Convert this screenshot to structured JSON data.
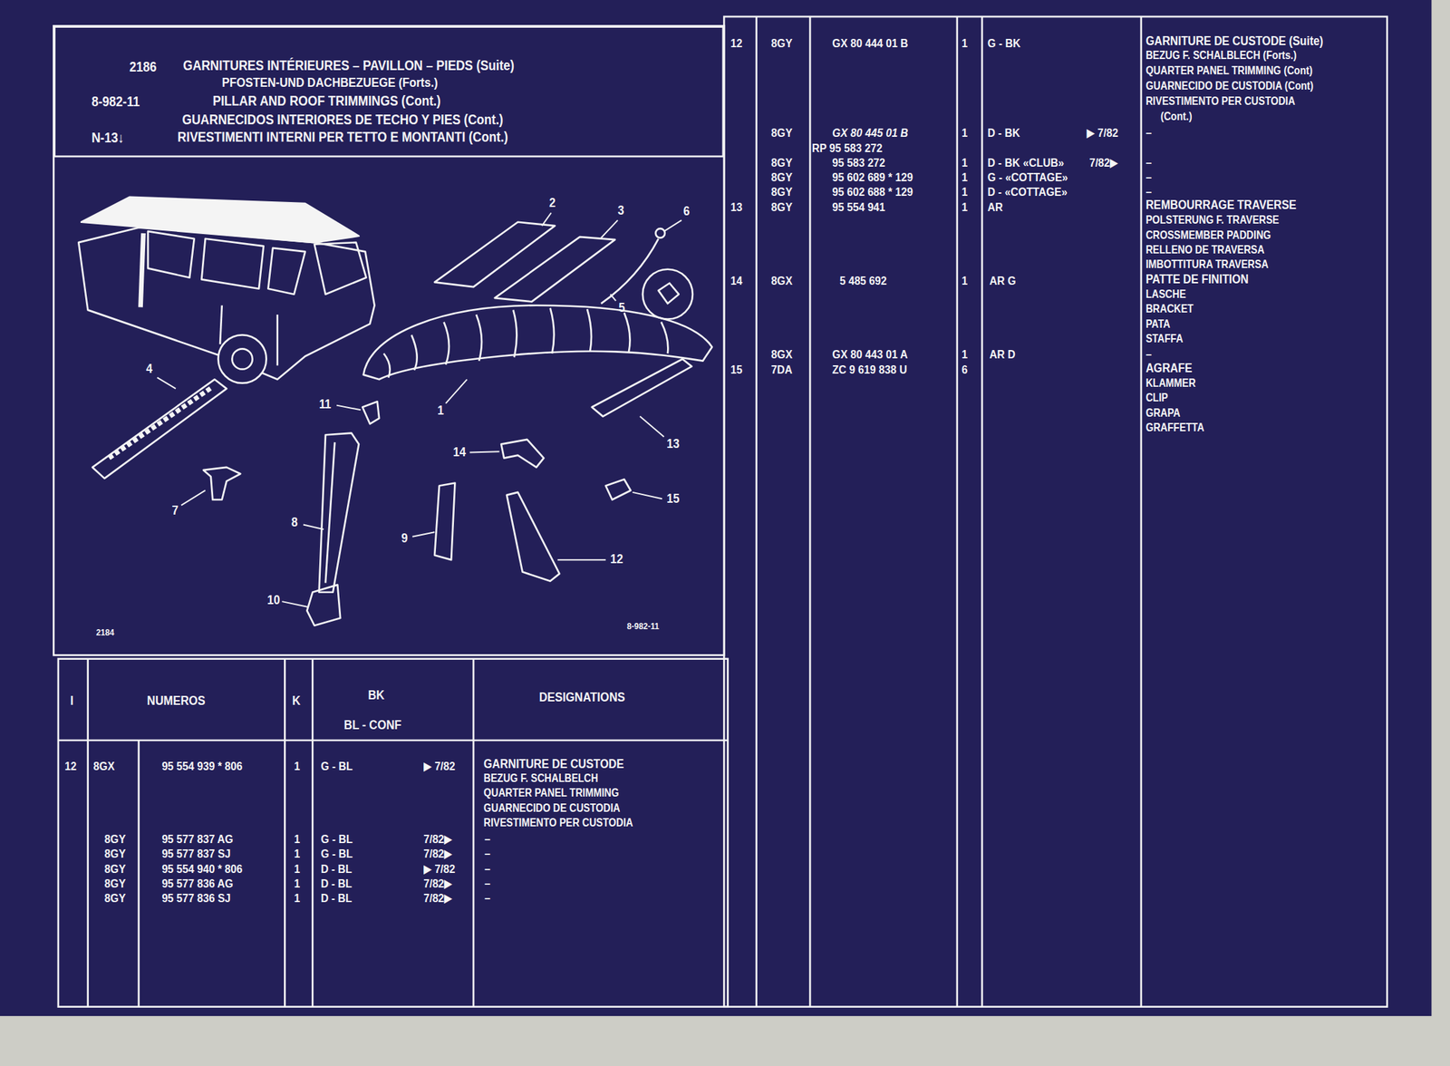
{
  "diagram": {
    "nodes": [
      {
        "text": [
          "2186",
          "GARNITURES INTÉRIEURES – PAVILLON – PIEDS (Suite)",
          "PFOSTEN-UND DACHBEZUEGE (Forts.)",
          "8-982-11",
          "PILLAR AND ROOF TRIMMINGS (Cont.)",
          "GUARNECIDOS INTERIORES DE TECHO Y PIES (Cont.)",
          "N-13↓",
          "RIVESTIMENTI INTERNI PER TETTO E MONTANTI (Cont.)"
        ]
      }
    ],
    "labels": [
      "2",
      "3",
      "6",
      "5",
      "4",
      "1",
      "11",
      "14",
      "13",
      "15",
      "7",
      "8",
      "9",
      "12",
      "10",
      "2184",
      "8-982-11",
      "I",
      "NUMEROS",
      "K",
      "BK",
      "BL - CONF",
      "DESIGNATIONS",
      "12",
      "8GX",
      "95 554 939 * 806",
      "1",
      "G - BL",
      "▶ 7/82",
      "GARNITURE DE CUSTODE",
      "BEZUG F. SCHALBELCH",
      "QUARTER PANEL TRIMMING",
      "GUARNECIDO DE CUSTODIA",
      "RIVESTIMENTO PER CUSTODIA",
      "8GY",
      "95 577 837 AG",
      "1",
      "G - BL",
      "7/82▶",
      "–",
      "8GY",
      "95 577 837 SJ",
      "1",
      "G - BL",
      "7/82▶",
      "–",
      "8GY",
      "95 554 940 * 806",
      "1",
      "D - BL",
      "▶ 7/82",
      "–",
      "8GY",
      "95 577 836 AG",
      "1",
      "D - BL",
      "7/82▶",
      "–",
      "8GY",
      "95 577 836 SJ",
      "1",
      "D - BL",
      "7/82▶",
      "–",
      "12",
      "8GY",
      "GX 80 444 01 B",
      "1",
      "G - BK",
      "GARNITURE DE CUSTODE (Suite)",
      "BEZUG F. SCHALBLECH (Forts.)",
      "QUARTER PANEL TRIMMING (Cont)",
      "GUARNECIDO DE CUSTODIA (Cont)",
      "RIVESTIMENTO PER CUSTODIA",
      "(Cont.)",
      "8GY",
      "GX 80 445 01 B",
      "1",
      "D - BK",
      "▶ 7/82",
      "–",
      "RP 95 583 272",
      "8GY",
      "95 583 272",
      "1",
      "D - BK «CLUB»",
      "7/82▶",
      "–",
      "8GY",
      "95 602 689 * 129",
      "1",
      "G - «COTTAGE»",
      "–",
      "8GY",
      "95 602 688 * 129",
      "1",
      "D - «COTTAGE»",
      "–",
      "13",
      "8GY",
      "95 554 941",
      "1",
      "AR",
      "REMBOURRAGE TRAVERSE",
      "POLSTERUNG F. TRAVERSE",
      "CROSSMEMBER PADDING",
      "RELLENO DE TRAVERSA",
      "IMBOTTITURA TRAVERSA",
      "14",
      "8GX",
      "5 485 692",
      "1",
      "AR G",
      "PATTE DE FINITION",
      "LASCHE",
      "BRACKET",
      "PATA",
      "STAFFA",
      "8GX",
      "GX 80 443 01 A",
      "1",
      "AR D",
      "–",
      "15",
      "7DA",
      "ZC 9 619 838 U",
      "6",
      "AGRAFE",
      "KLAMMER",
      "CLIP",
      "GRAPA",
      "GRAFFETTA"
    ]
  }
}
